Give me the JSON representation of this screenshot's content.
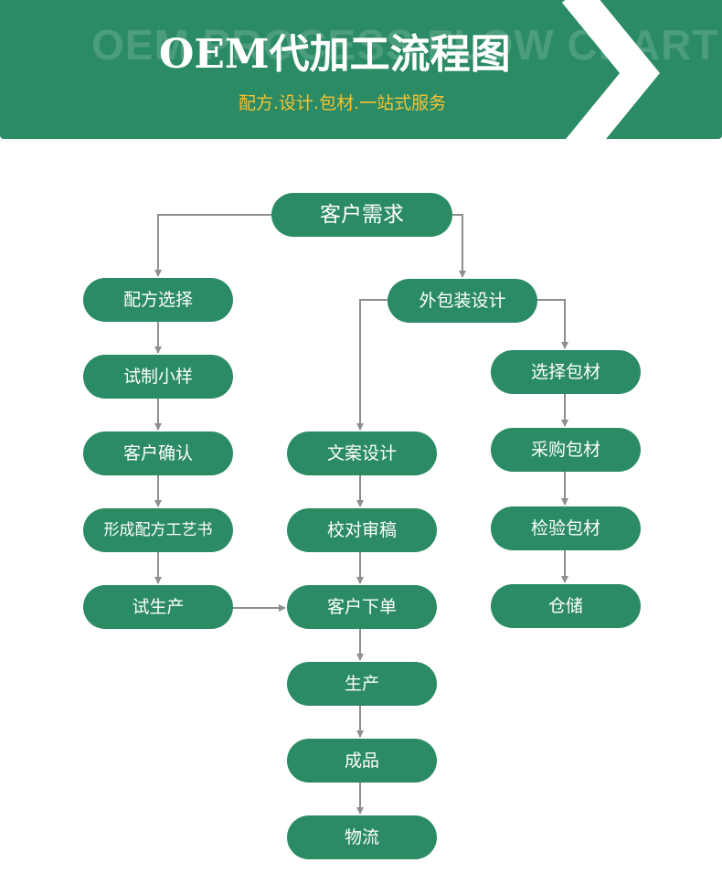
{
  "header": {
    "watermark": "OEM PROCESS FLOW CHART",
    "title": "OEM代加工流程图",
    "subtitle": "配方.设计.包材.一站式服务"
  },
  "nodes": {
    "root": "客户需求",
    "left": [
      "配方选择",
      "试制小样",
      "客户确认",
      "形成配方工艺书",
      "试生产"
    ],
    "middle_head": "外包装设计",
    "middle": [
      "文案设计",
      "校对审稿",
      "客户下单",
      "生产",
      "成品",
      "物流"
    ],
    "right": [
      "选择包材",
      "采购包材",
      "检验包材",
      "仓储"
    ]
  },
  "colors": {
    "primary_green": "#2a8b64",
    "accent_yellow": "#f6c233",
    "connector_gray": "#8e8e8e",
    "chevron_white": "#ffffff"
  }
}
